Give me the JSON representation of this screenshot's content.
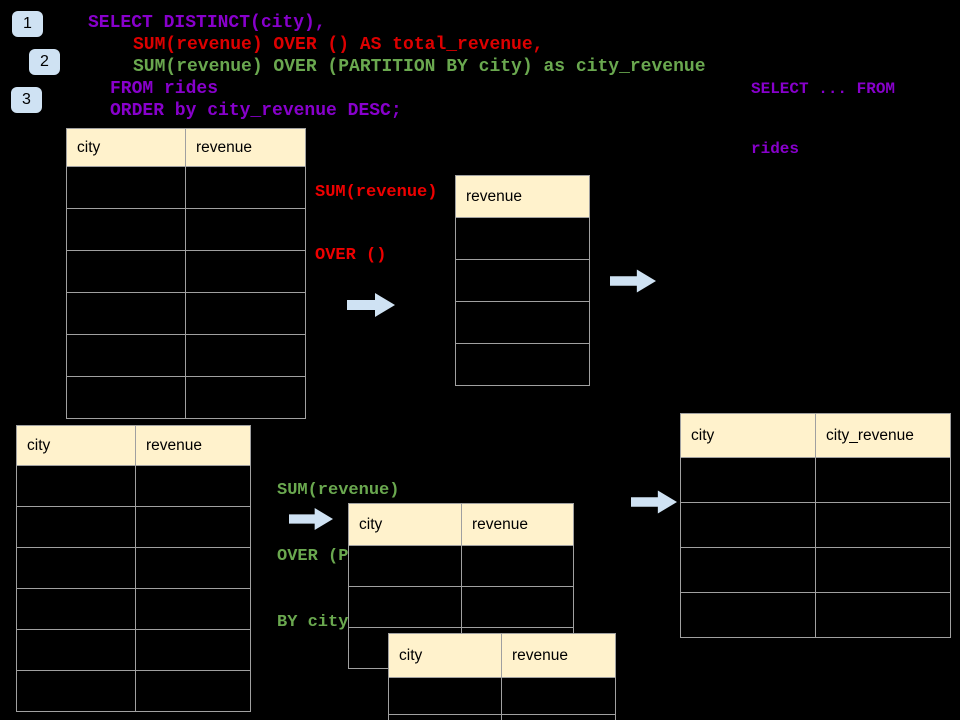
{
  "slide": {
    "background": "#000000",
    "badges": [
      {
        "label": "1"
      },
      {
        "label": "2"
      },
      {
        "label": "3"
      }
    ],
    "badge_color": "#cfe2f3",
    "arrow_color": "#cfe2f3"
  },
  "sql_code": {
    "lines": [
      {
        "text": "SELECT DISTINCT(city),",
        "color": "#8800cc"
      },
      {
        "text": "SUM(revenue) OVER () AS total_revenue,",
        "color": "#dd0000"
      },
      {
        "text": "SUM(revenue) OVER (PARTITION BY city) as city_revenue",
        "color": "#6aa84f"
      },
      {
        "text": "FROM rides",
        "color": "#8800cc"
      },
      {
        "text": "ORDER by city_revenue DESC;",
        "color": "#8800cc"
      }
    ]
  },
  "side_note": {
    "lines": [
      "SELECT ... FROM",
      "rides"
    ],
    "color": "#8800cc"
  },
  "labels": {
    "total": {
      "lines": [
        "SUM(revenue)",
        "OVER ()"
      ],
      "color": "#ee0000"
    },
    "partition": {
      "lines": [
        "SUM(revenue)",
        "OVER (PARTITION",
        "BY city)"
      ],
      "color": "#6aa84f"
    }
  },
  "tables": {
    "source_top": {
      "headers": [
        "city",
        "revenue"
      ],
      "row_count": 6,
      "header_bg": "#fff2cc"
    },
    "total_output": {
      "headers": [
        "revenue"
      ],
      "row_count": 4,
      "header_bg": "#fff2cc"
    },
    "source_bottom": {
      "headers": [
        "city",
        "revenue"
      ],
      "row_count": 6,
      "header_bg": "#fff2cc"
    },
    "partition_step": {
      "headers": [
        "city",
        "revenue"
      ],
      "row_count": 3,
      "header_bg": "#fff2cc"
    },
    "partition_overlay": {
      "headers": [
        "city",
        "revenue"
      ],
      "row_count": 2,
      "header_bg": "#fff2cc"
    },
    "result": {
      "headers": [
        "city",
        "city_revenue"
      ],
      "row_count": 4,
      "header_bg": "#fff2cc"
    }
  }
}
